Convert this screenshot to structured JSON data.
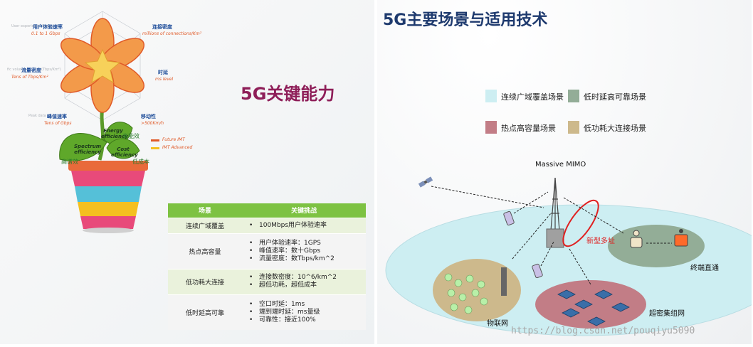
{
  "left": {
    "title": "5G关键能力",
    "radar": {
      "user_rate": "用户体验速率",
      "user_rate_sub": "0.1 to 1 Gbps",
      "user_rate_faint": "User experienced data rate",
      "connection": "连接密度",
      "connection_sub": "millions of connections/Km²",
      "latency": "时延",
      "latency_sub": "ms level",
      "mobility": "移动性",
      "mobility_sub": ">500Km/h",
      "peak_rate": "峰值速率",
      "peak_rate_sub": "Tens of Gbps",
      "peak_faint": "Peak data",
      "traffic": "流量密度",
      "traffic_prefix": "fic volume",
      "traffic_faint": "(Tbps/Km²)",
      "traffic_sub": "Tens of Tbps/Km²"
    },
    "leaves": {
      "spectrum": "Spectrum efficiency",
      "energy": "Energy efficiency",
      "cost": "Cost efficiency"
    },
    "green_labels": {
      "high_eff": "高能效",
      "high_spec": "高谱效",
      "low_cost": "低成本"
    },
    "legend": {
      "future": "Future IMT",
      "advanced": "IMT Advanced"
    },
    "table": {
      "headers": [
        "场景",
        "关键挑战"
      ],
      "rows": [
        {
          "scenario": "连续广域覆盖",
          "items": [
            "100Mbps用户体验速率"
          ]
        },
        {
          "scenario": "热点高容量",
          "items": [
            "用户体验速率：1GPS",
            "峰值速率：数十Gbps",
            "流量密度：数Tbps/km^2"
          ]
        },
        {
          "scenario": "低功耗大连接",
          "items": [
            "连接数密度：10^6/km^2",
            "超低功耗，超低成本"
          ]
        },
        {
          "scenario": "低时延高可靠",
          "items": [
            "空口时延：1ms",
            "端到端时延：ms量级",
            "可靠性：接近100%"
          ]
        }
      ]
    }
  },
  "right": {
    "title": "5G主要场景与适用技术",
    "legend": [
      {
        "label": "连续广域覆盖场景",
        "color": "#cdeef2"
      },
      {
        "label": "低时延高可靠场景",
        "color": "#93ad97"
      },
      {
        "label": "热点高容量场景",
        "color": "#c27d86"
      },
      {
        "label": "低功耗大连接场景",
        "color": "#cdb98c"
      }
    ],
    "diagram": {
      "mimo": "Massive MIMO",
      "new_multiple_access": "新型多址",
      "d2d": "终端直通",
      "iot": "物联网",
      "ultra_dense": "超密集组网"
    }
  },
  "watermark": "https://blog.csdn.net/pouqiyu5090"
}
